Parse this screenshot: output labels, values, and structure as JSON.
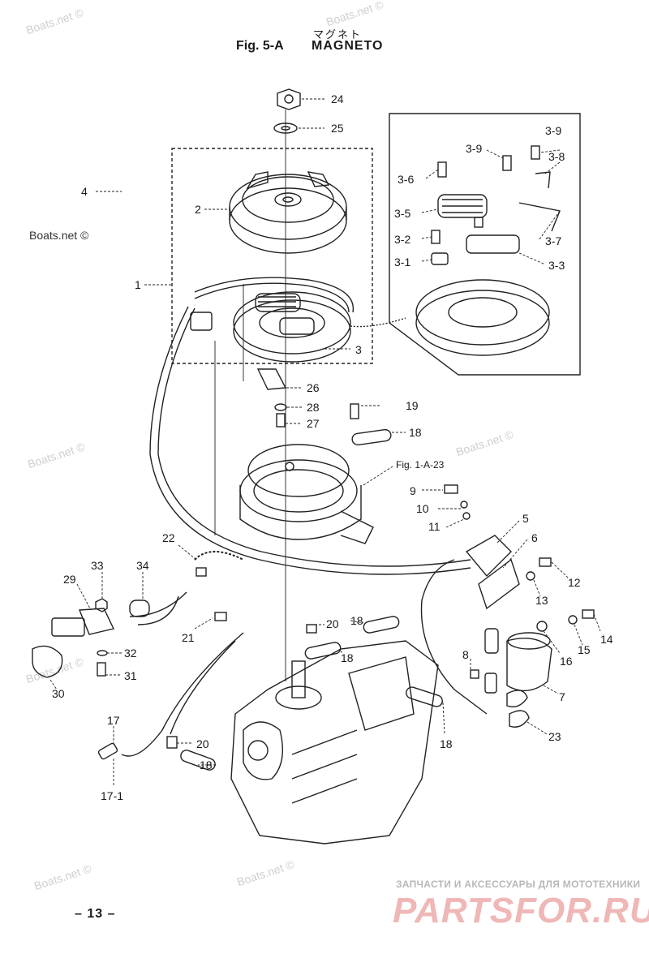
{
  "header": {
    "jp_title": "マグネト",
    "fig": "Fig. 5-A",
    "title": "MAGNETO"
  },
  "footer": {
    "page": "– 13 –",
    "shop_subtitle": "ЗАПЧАСТИ И АКСЕССУАРЫ ДЛЯ МОТОТЕХНИКИ",
    "shop_logo": "PARTSFOR.RU"
  },
  "watermark": "Boats.net ©",
  "callouts": [
    {
      "id": "24",
      "text": "24"
    },
    {
      "id": "25",
      "text": "25"
    },
    {
      "id": "4",
      "text": "4"
    },
    {
      "id": "2",
      "text": "2"
    },
    {
      "id": "1",
      "text": "1"
    },
    {
      "id": "3",
      "text": "3"
    },
    {
      "id": "26",
      "text": "26"
    },
    {
      "id": "28",
      "text": "28"
    },
    {
      "id": "27",
      "text": "27"
    },
    {
      "id": "19",
      "text": "19"
    },
    {
      "id": "18a",
      "text": "18"
    },
    {
      "id": "fig1a23",
      "text": "Fig. 1-A-23"
    },
    {
      "id": "9",
      "text": "9"
    },
    {
      "id": "10",
      "text": "10"
    },
    {
      "id": "11",
      "text": "11"
    },
    {
      "id": "5",
      "text": "5"
    },
    {
      "id": "6",
      "text": "6"
    },
    {
      "id": "12",
      "text": "12"
    },
    {
      "id": "13",
      "text": "13"
    },
    {
      "id": "14",
      "text": "14"
    },
    {
      "id": "15",
      "text": "15"
    },
    {
      "id": "16",
      "text": "16"
    },
    {
      "id": "7",
      "text": "7"
    },
    {
      "id": "8",
      "text": "8"
    },
    {
      "id": "23",
      "text": "23"
    },
    {
      "id": "22",
      "text": "22"
    },
    {
      "id": "33",
      "text": "33"
    },
    {
      "id": "34",
      "text": "34"
    },
    {
      "id": "29",
      "text": "29"
    },
    {
      "id": "21",
      "text": "21"
    },
    {
      "id": "20a",
      "text": "20"
    },
    {
      "id": "18b",
      "text": "18"
    },
    {
      "id": "18c",
      "text": "18"
    },
    {
      "id": "32",
      "text": "32"
    },
    {
      "id": "31",
      "text": "31"
    },
    {
      "id": "30",
      "text": "30"
    },
    {
      "id": "17",
      "text": "17"
    },
    {
      "id": "20b",
      "text": "20"
    },
    {
      "id": "18d",
      "text": "18"
    },
    {
      "id": "18e",
      "text": "18"
    },
    {
      "id": "17-1",
      "text": "17-1"
    },
    {
      "id": "3-9a",
      "text": "3-9"
    },
    {
      "id": "3-9b",
      "text": "3-9"
    },
    {
      "id": "3-8",
      "text": "3-8"
    },
    {
      "id": "3-6",
      "text": "3-6"
    },
    {
      "id": "3-5",
      "text": "3-5"
    },
    {
      "id": "3-7",
      "text": "3-7"
    },
    {
      "id": "3-2",
      "text": "3-2"
    },
    {
      "id": "3-1",
      "text": "3-1"
    },
    {
      "id": "3-3",
      "text": "3-3"
    }
  ]
}
